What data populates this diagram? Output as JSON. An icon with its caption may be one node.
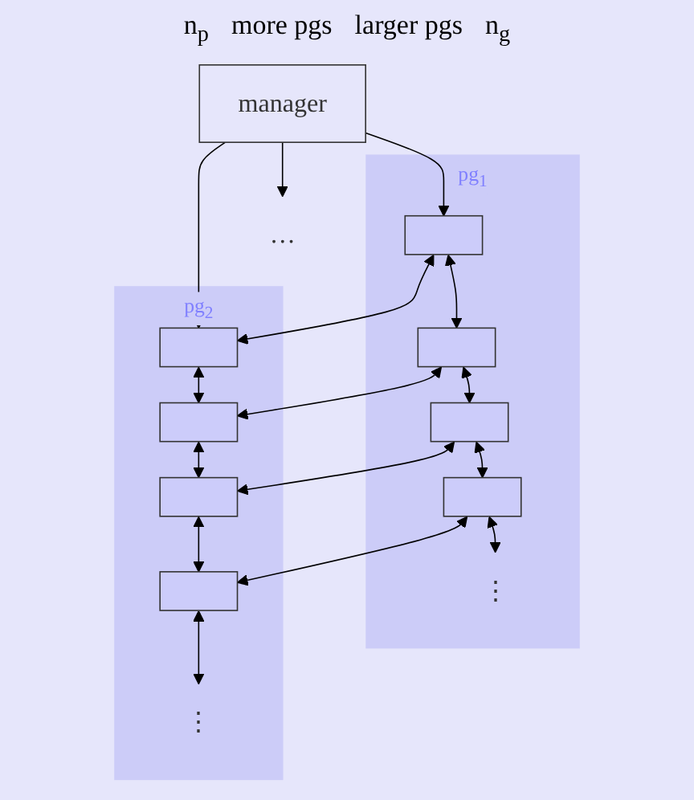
{
  "diagram": {
    "nodes": [
      {
        "text": [
          "manager"
        ]
      },
      {
        "text": [
          "pg$_{1}$"
        ]
      },
      {
        "text": [],
        "shape": "box",
        "in": 1
      },
      {
        "text": [],
        "shape": "box",
        "in": 1
      },
      {
        "text": [],
        "shape": "box",
        "in": 1
      },
      {
        "text": [],
        "shape": "box",
        "in": 1
      },
      {
        "text": [
          "⋮"
        ],
        "in": 1
      },
      {
        "text": [
          "pg$_{2}$"
        ]
      },
      {
        "text": [],
        "shape": "box",
        "in": 7
      },
      {
        "text": [],
        "shape": "box",
        "in": 7
      },
      {
        "text": [],
        "shape": "box",
        "in": 7
      },
      {
        "text": [],
        "shape": "box",
        "in": 7
      },
      {
        "text": [
          "⋮"
        ],
        "in": 7
      },
      {
        "text": [
          "…"
        ]
      }
    ],
    "edges": [
      {
        "from": 0,
        "to": 8,
        "arrow": "to"
      },
      {
        "from": 0,
        "to": 2,
        "arrow": "to"
      },
      {
        "from": 0,
        "to": 13,
        "arrow": "to"
      },
      {
        "from": 2,
        "to": 3,
        "arrow": "both"
      },
      {
        "from": 3,
        "to": 4,
        "arrow": "both"
      },
      {
        "from": 4,
        "to": 5,
        "arrow": "both"
      },
      {
        "from": 5,
        "to": 6,
        "arrow": "both"
      },
      {
        "from": 8,
        "to": 9,
        "arrow": "both"
      },
      {
        "from": 9,
        "to": 10,
        "arrow": "both"
      },
      {
        "from": 10,
        "to": 11,
        "arrow": "both"
      },
      {
        "from": 11,
        "to": 12,
        "arrow": "both"
      },
      {
        "from": 2,
        "to": 8,
        "arrow": "both"
      },
      {
        "from": 3,
        "to": 9,
        "arrow": "both"
      },
      {
        "from": 4,
        "to": 10,
        "arrow": "both"
      },
      {
        "from": 5,
        "to": 11,
        "arrow": "both"
      }
    ],
    "labels": [
      "n$_{p}$",
      "more pgs",
      "larger pgs",
      "n$_{g}$"
    ]
  }
}
